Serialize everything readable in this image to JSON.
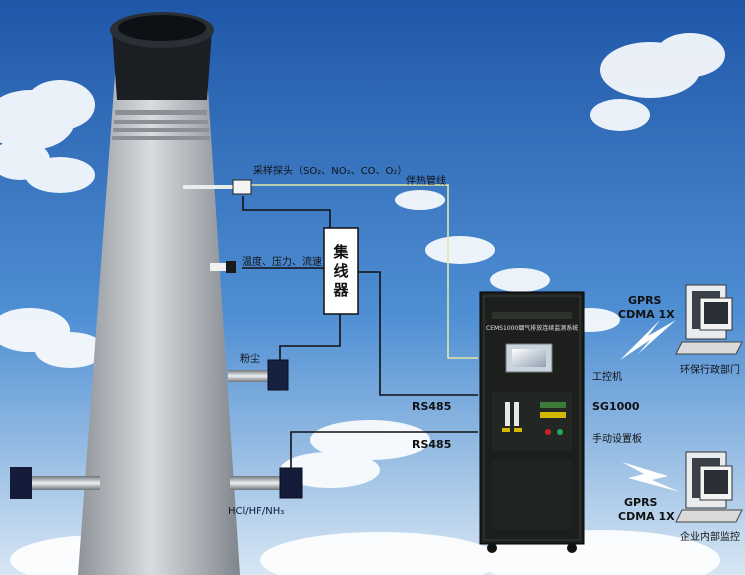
{
  "labels": {
    "sampling_probe": "采样探头（SO₂、NO₂、CO、O₂）",
    "heated_line": "伴热管线",
    "temp_pressure_flow": "温度、压力、流速",
    "hub": "集线器",
    "dust": "粉尘",
    "acid_gas": "HCl/HF/NH₃",
    "rs485_top": "RS485",
    "rs485_bottom": "RS485",
    "ipc": "工控机",
    "sg1000": "SG1000",
    "manual_panel": "手动设置板",
    "cabinet_title": "CEMS1000烟气排放连续监测系统",
    "gprs_top": "GPRS",
    "cdma_top": "CDMA 1X",
    "env_dept": "环保行政部门",
    "gprs_bottom": "GPRS",
    "cdma_bottom": "CDMA 1X",
    "enterprise": "企业内部监控"
  },
  "colors": {
    "sky_top": "#1f57a8",
    "sky_bottom": "#cfe1f3",
    "chimney": "#b7bcc1",
    "cabinet": "#1c1f1c",
    "wire": "#111111",
    "heated_line": "#dfe7a6"
  }
}
